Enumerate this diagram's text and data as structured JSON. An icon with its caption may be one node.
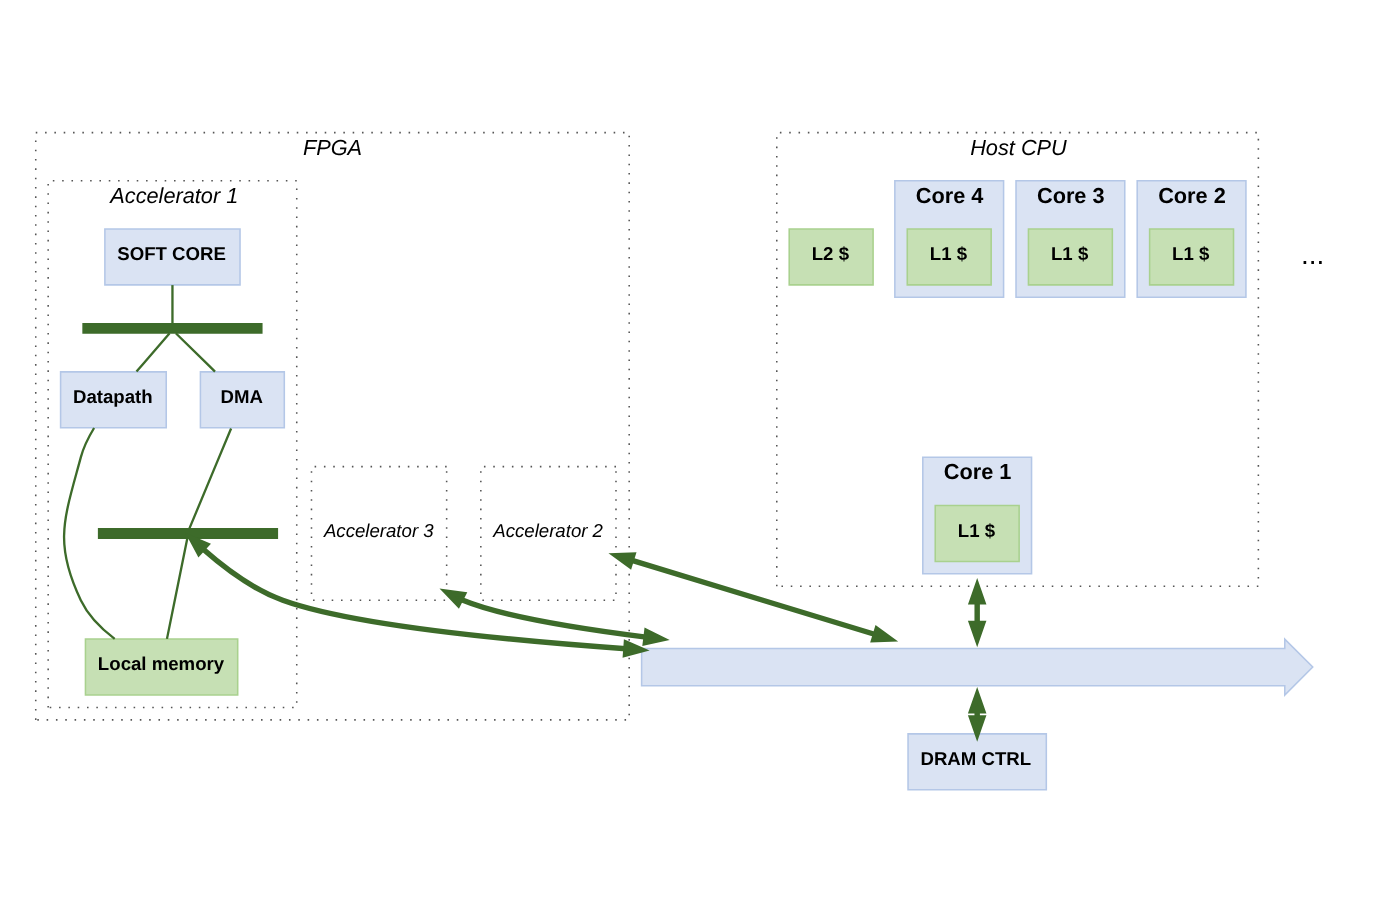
{
  "diagram": {
    "nodes": [
      {
        "text": [
          "Host CPU"
        ]
      },
      {
        "text": [
          "Core 1"
        ],
        "in": 0
      },
      {
        "text": [
          "L1 $"
        ],
        "in": 1
      },
      {
        "text": [
          "Core 2"
        ],
        "in": 0
      },
      {
        "text": [
          "L1 $"
        ],
        "in": 3
      },
      {
        "text": [
          "Core 3"
        ],
        "in": 0
      },
      {
        "text": [
          "L1 $"
        ],
        "in": 5
      },
      {
        "text": [
          "Core 4"
        ],
        "in": 0
      },
      {
        "text": [
          "L1 $"
        ],
        "in": 7
      },
      {
        "text": [
          "L2 $"
        ],
        "in": 0
      },
      {
        "text": [
          "FPGA"
        ]
      },
      {
        "text": [
          "Accelerator 1"
        ],
        "in": 10
      },
      {
        "text": [
          "SOFT CORE"
        ],
        "in": 11
      },
      {
        "text": [],
        "shape": "bar",
        "in": 11
      },
      {
        "text": [
          "Datapath"
        ],
        "in": 11
      },
      {
        "text": [
          "DMA"
        ],
        "in": 11
      },
      {
        "text": [],
        "shape": "bar",
        "in": 11
      },
      {
        "text": [
          "Local memory"
        ],
        "in": 11
      },
      {
        "text": [
          "Accelerator 2"
        ],
        "in": 10
      },
      {
        "text": [
          "Accelerator 3"
        ],
        "in": 10
      },
      {
        "text": [],
        "shape": "bar"
      },
      {
        "text": [
          "DRAM CTRL"
        ]
      }
    ],
    "edges": [
      {
        "from": 12,
        "to": 13,
        "arrow": "none"
      },
      {
        "from": 13,
        "to": 14,
        "arrow": "none"
      },
      {
        "from": 13,
        "to": 15,
        "arrow": "none"
      },
      {
        "from": 15,
        "to": 16,
        "arrow": "none"
      },
      {
        "from": 14,
        "to": 17,
        "arrow": "none"
      },
      {
        "from": 16,
        "to": 17,
        "arrow": "none"
      },
      {
        "from": 0,
        "to": 20,
        "arrow": "both",
        "style": "thick"
      },
      {
        "from": 16,
        "to": 20,
        "arrow": "both",
        "style": "thick"
      },
      {
        "from": 18,
        "to": 20,
        "arrow": "both",
        "style": "thick"
      },
      {
        "from": 19,
        "to": 20,
        "arrow": "both",
        "style": "thick"
      },
      {
        "from": 20,
        "to": 21,
        "arrow": "both",
        "style": "thick"
      }
    ],
    "labels": [
      "..."
    ]
  }
}
